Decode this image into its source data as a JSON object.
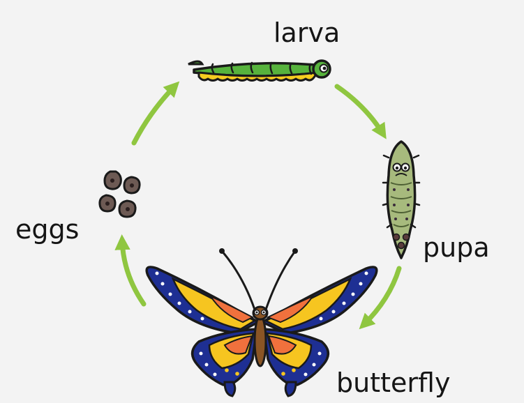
{
  "diagram": {
    "stages": [
      {
        "id": "larva",
        "label": "larva"
      },
      {
        "id": "pupa",
        "label": "pupa"
      },
      {
        "id": "butterfly",
        "label": "butterfly"
      },
      {
        "id": "eggs",
        "label": "eggs"
      }
    ],
    "colors": {
      "background": "#f3f3f3",
      "arrow": "#8fc640",
      "larva_body": "#57b33d",
      "larva_belly": "#f6cd1f",
      "pupa_body": "#a7ba7d",
      "egg": "#6d5a54",
      "wing_outer": "#1e2f93",
      "wing_yellow": "#f6c520",
      "wing_orange": "#f0713d",
      "butterfly_body": "#8a5525"
    },
    "icons": [
      "larva-icon",
      "pupa-icon",
      "butterfly-icon",
      "eggs-icon",
      "cycle-arrow-icon"
    ]
  }
}
